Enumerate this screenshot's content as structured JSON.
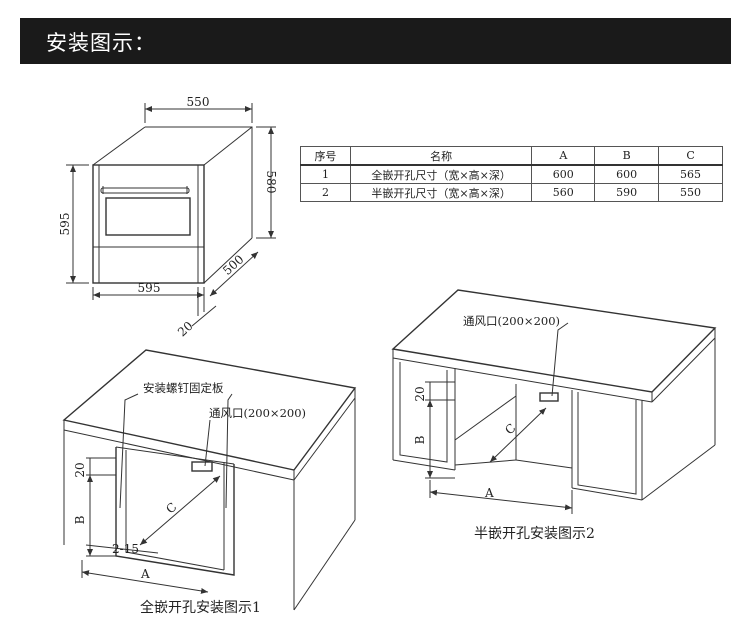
{
  "header": {
    "title": "安装图示："
  },
  "top_view": {
    "dim_width": "550",
    "dim_height_right": "580",
    "dim_height_left": "595",
    "dim_width_bottom": "595",
    "dim_depth": "500",
    "dim_offset": "20"
  },
  "spec_table": {
    "headers": [
      "序号",
      "名称",
      "A",
      "B",
      "C"
    ],
    "rows": [
      [
        "1",
        "全嵌开孔尺寸（宽×高×深）",
        "600",
        "600",
        "565"
      ],
      [
        "2",
        "半嵌开孔尺寸（宽×高×深）",
        "560",
        "590",
        "550"
      ]
    ]
  },
  "figure1": {
    "label_plate": "安装螺钉固定板",
    "label_vent": "通风口(200×200)",
    "dim_20": "20",
    "dim_B": "B",
    "dim_C": "C",
    "dim_2_15": "2-15",
    "dim_A": "A",
    "caption": "全嵌开孔安装图示1"
  },
  "figure2": {
    "label_vent": "通风口(200×200)",
    "dim_20": "20",
    "dim_B": "B",
    "dim_C": "C",
    "dim_A": "A",
    "caption": "半嵌开孔安装图示2"
  }
}
